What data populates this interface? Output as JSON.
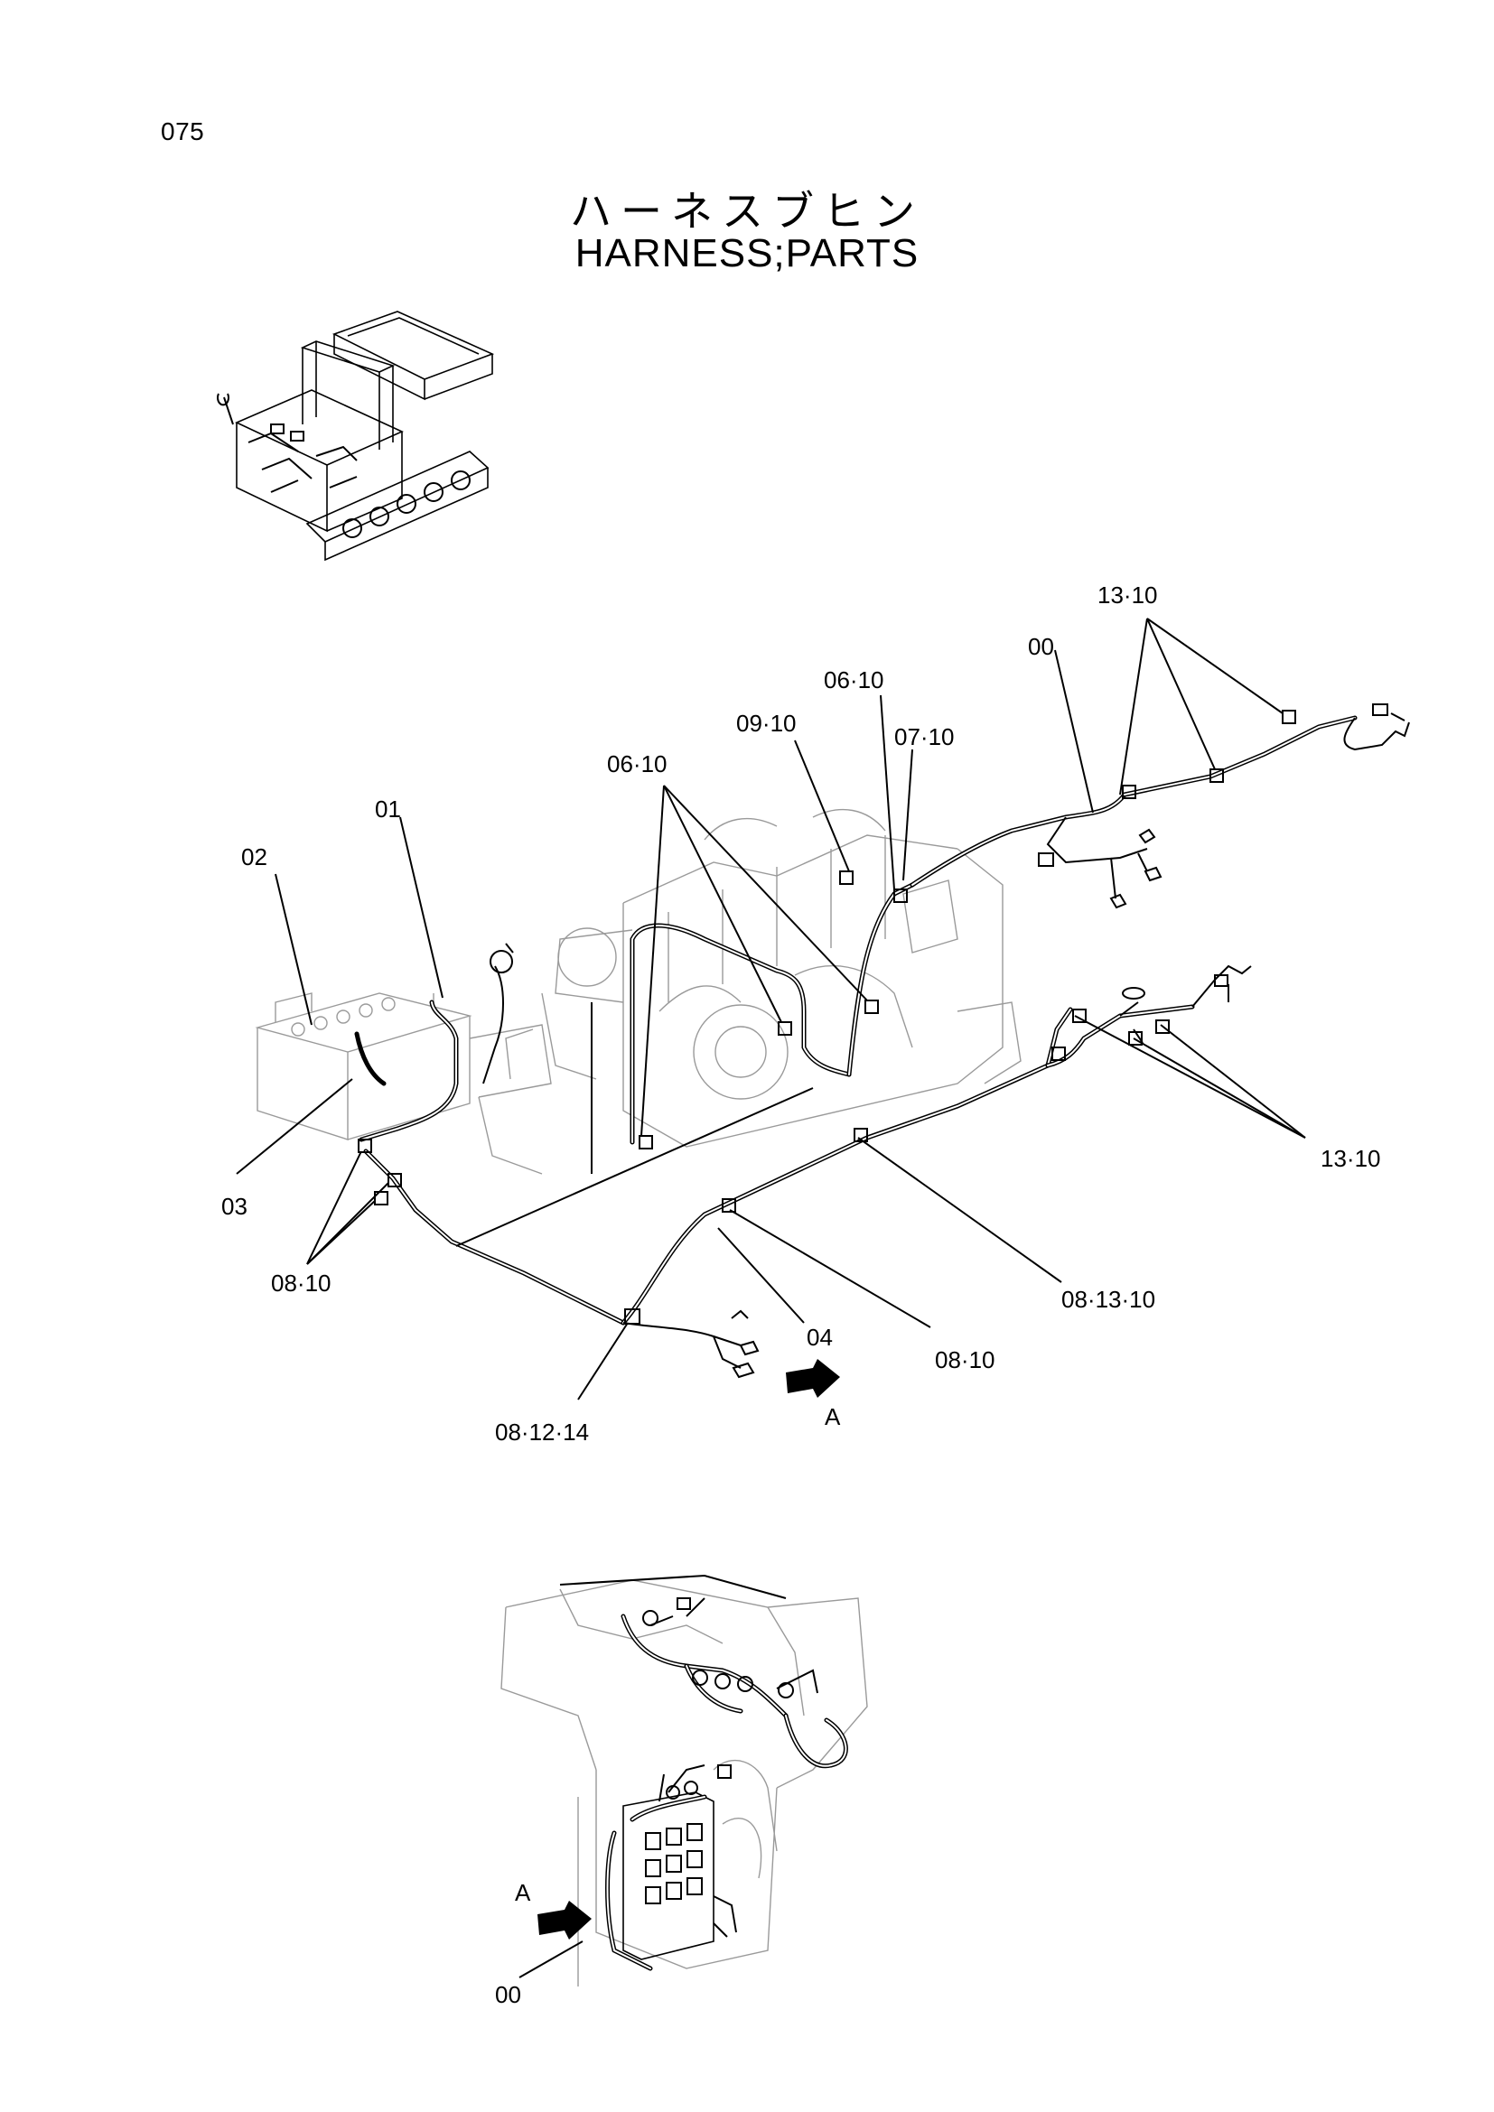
{
  "page": {
    "number": "075",
    "title_jp": "ハーネスブヒン",
    "title_en": "HARNESS;PARTS"
  },
  "callouts": {
    "c_13_10_top": "13·10",
    "c_00_top": "00",
    "c_06_10_right": "06·10",
    "c_09_10": "09·10",
    "c_07_10": "07·10",
    "c_06_10_left": "06·10",
    "c_01": "01",
    "c_02": "02",
    "c_03": "03",
    "c_08_10_left": "08·10",
    "c_13_10_right": "13·10",
    "c_08_13_10": "08·13·10",
    "c_04": "04",
    "c_08_10_bottom": "08·10",
    "c_08_12_14": "08·12·14",
    "c_a_main": "A",
    "c_a_detail": "A",
    "c_00_detail": "00"
  },
  "colors": {
    "ink": "#000000",
    "ghost": "#9a9a9a",
    "paper": "#ffffff"
  }
}
